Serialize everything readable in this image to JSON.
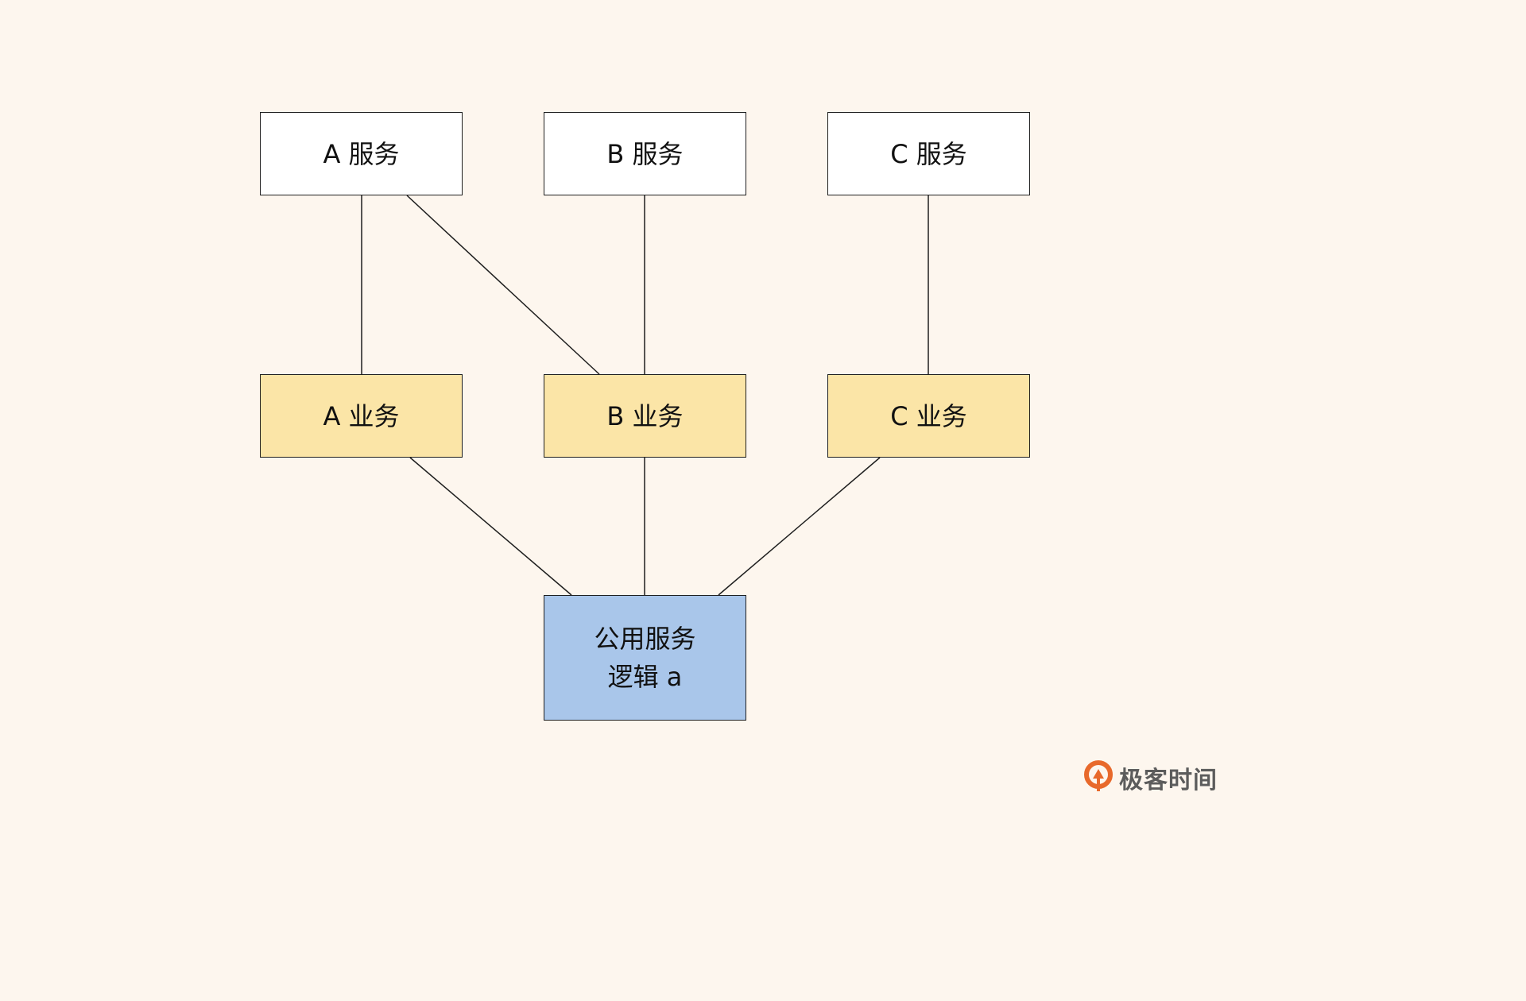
{
  "diagram": {
    "services": [
      {
        "label": "A 服务"
      },
      {
        "label": "B 服务"
      },
      {
        "label": "C 服务"
      }
    ],
    "businesses": [
      {
        "label": "A 业务"
      },
      {
        "label": "B 业务"
      },
      {
        "label": "C 业务"
      }
    ],
    "common": {
      "label": "公用服务\n逻辑 a"
    },
    "edges": [
      [
        "A 服务",
        "A 业务"
      ],
      [
        "A 服务",
        "B 业务"
      ],
      [
        "B 服务",
        "B 业务"
      ],
      [
        "C 服务",
        "C 业务"
      ],
      [
        "A 业务",
        "公用服务逻辑 a"
      ],
      [
        "B 业务",
        "公用服务逻辑 a"
      ],
      [
        "C 业务",
        "公用服务逻辑 a"
      ]
    ]
  },
  "watermark": {
    "text": "极客时间",
    "icon": "geektime-logo-icon"
  },
  "colors": {
    "background": "#fdf6ee",
    "service_fill": "#ffffff",
    "business_fill": "#fbe5a7",
    "common_fill": "#a9c6ea",
    "logo_orange": "#e8692b"
  }
}
